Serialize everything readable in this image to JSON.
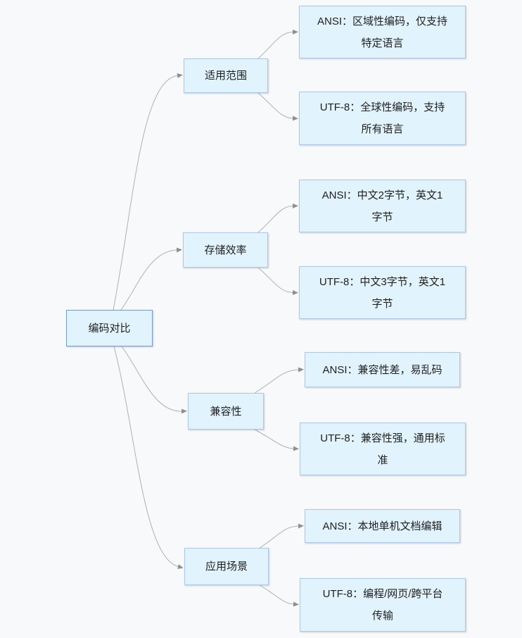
{
  "mindmap": {
    "root": {
      "label": "编码对比"
    },
    "branches": [
      {
        "label": "适用范围",
        "children": [
          {
            "lines": [
              "ANSI：区域性编码，仅支持",
              "特定语言"
            ]
          },
          {
            "lines": [
              "UTF-8：全球性编码，支持",
              "所有语言"
            ]
          }
        ]
      },
      {
        "label": "存储效率",
        "children": [
          {
            "lines": [
              "ANSI：中文2字节，英文1",
              "字节"
            ]
          },
          {
            "lines": [
              "UTF-8：中文3字节，英文1",
              "字节"
            ]
          }
        ]
      },
      {
        "label": "兼容性",
        "children": [
          {
            "lines": [
              "ANSI：兼容性差，易乱码"
            ]
          },
          {
            "lines": [
              "UTF-8：兼容性强，通用标",
              "准"
            ]
          }
        ]
      },
      {
        "label": "应用场景",
        "children": [
          {
            "lines": [
              "ANSI：本地单机文档编辑"
            ]
          },
          {
            "lines": [
              "UTF-8：编程/网页/跨平台",
              "传输"
            ]
          }
        ]
      }
    ]
  },
  "colors": {
    "node_fill": "#e1f3fc",
    "node_border": "#a9c8ee",
    "root_border": "#6f9cd6",
    "connector": "#b0b0b0",
    "arrowhead": "#8f8f8f",
    "background": "#f8f9fa",
    "text": "#1f1f1f"
  }
}
